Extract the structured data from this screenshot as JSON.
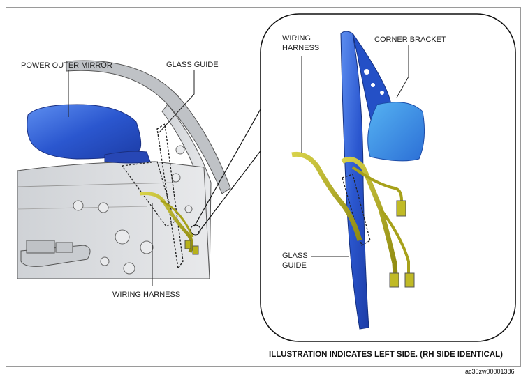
{
  "labels": {
    "power_outer_mirror": "POWER OUTER MIRROR",
    "glass_guide_overview": "GLASS GUIDE",
    "wiring_harness_overview": "WIRING HARNESS",
    "wiring_harness_detail": "WIRING\nHARNESS",
    "corner_bracket": "CORNER BRACKET",
    "glass_guide_detail": "GLASS\nGUIDE"
  },
  "note": "ILLUSTRATION INDICATES LEFT SIDE. (RH SIDE IDENTICAL)",
  "figure_code": "ac30zw00001386",
  "colors": {
    "part_blue": "#2f5fd6",
    "harness_yellow": "#b8b21a",
    "door_gray": "#d7d7d7",
    "outline": "#222222"
  }
}
